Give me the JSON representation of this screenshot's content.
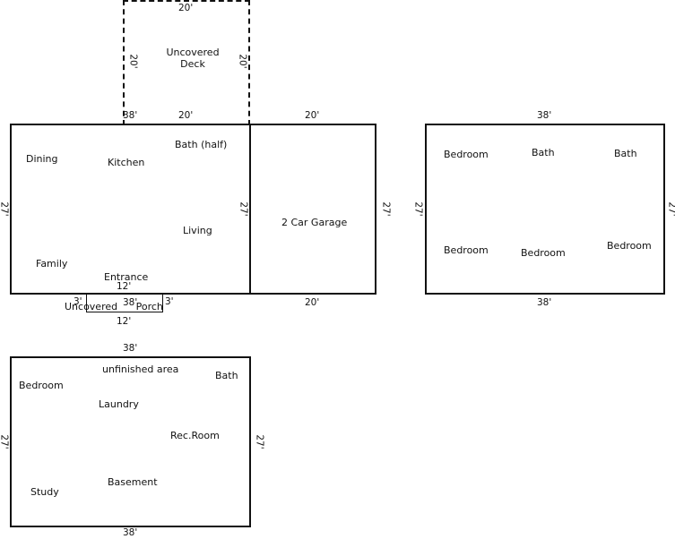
{
  "deck": {
    "label_line1": "Uncovered",
    "label_line2": "Deck",
    "dim_top": "20'",
    "dim_left": "20'",
    "dim_right": "20'",
    "dim_bottom": "20'"
  },
  "main_floor": {
    "dim_top_left": "38'",
    "dim_left": "27'",
    "dim_right": "27'",
    "rooms": {
      "dining": "Dining",
      "kitchen": "Kitchen",
      "bath_half": "Bath (half)",
      "living": "Living",
      "family": "Family",
      "entrance": "Entrance"
    }
  },
  "garage": {
    "label": "2 Car Garage",
    "dim_top": "20'",
    "dim_bottom": "20'",
    "dim_right": "27'"
  },
  "porch": {
    "label": "Uncovered Porch",
    "dim_top": "12'",
    "dim_bottom": "12'",
    "dim_left": "3'",
    "dim_right": "3'",
    "dim_main_bottom": "38'"
  },
  "upper_floor": {
    "dim_top": "38'",
    "dim_bottom": "38'",
    "dim_left": "27'",
    "dim_right": "27'",
    "rooms": {
      "bedroom_top_left": "Bedroom",
      "bath_top_mid": "Bath",
      "bath_top_right": "Bath",
      "bedroom_bottom_left": "Bedroom",
      "bedroom_bottom_mid": "Bedroom",
      "bedroom_bottom_right": "Bedroom"
    }
  },
  "basement": {
    "dim_top": "38'",
    "dim_bottom": "38'",
    "dim_left": "27'",
    "dim_right": "27'",
    "rooms": {
      "unfinished": "unfinished area",
      "bath": "Bath",
      "bedroom": "Bedroom",
      "laundry": "Laundry",
      "rec_room": "Rec.Room",
      "study": "Study",
      "basement": "Basement"
    }
  }
}
